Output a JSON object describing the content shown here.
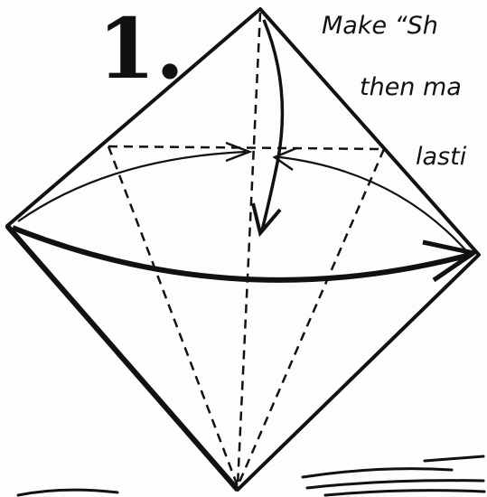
{
  "step": {
    "number": "1.",
    "instructions": [
      "Make “Sh",
      "then ma",
      "lasti"
    ]
  },
  "colors": {
    "ink": "#111111",
    "paper": "#fdfdfc"
  }
}
